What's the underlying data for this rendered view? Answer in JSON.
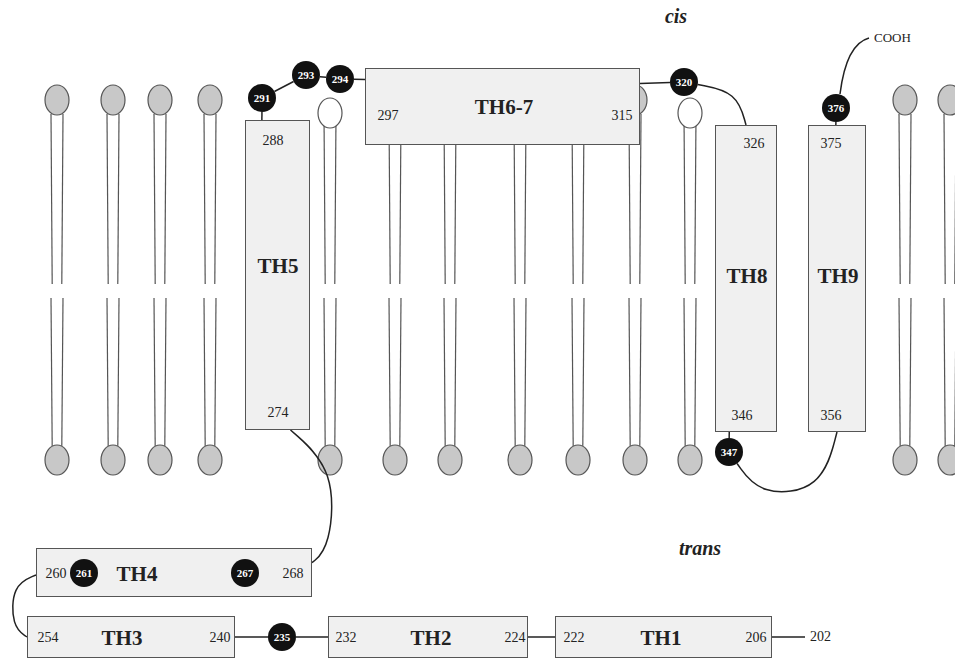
{
  "diagram": {
    "nodes": [
      {
        "text": [
          "291"
        ]
      },
      {
        "text": [
          "293"
        ]
      },
      {
        "text": [
          "294"
        ]
      },
      {
        "text": [
          "297",
          "TH6-7",
          "315"
        ]
      },
      {
        "text": [
          "320"
        ]
      },
      {
        "text": [
          "376"
        ]
      },
      {
        "text": [
          "288",
          "TH5",
          "274"
        ]
      },
      {
        "text": [
          "326",
          "TH8",
          "346"
        ]
      },
      {
        "text": [
          "375",
          "TH9",
          "356"
        ]
      },
      {
        "text": [
          "347"
        ]
      },
      {
        "text": [
          "260",
          "TH4",
          "268"
        ]
      },
      {
        "text": [
          "261"
        ],
        "in": 10
      },
      {
        "text": [
          "267"
        ],
        "in": 10
      },
      {
        "text": [
          "254",
          "TH3",
          "240"
        ]
      },
      {
        "text": [
          "235"
        ]
      },
      {
        "text": [
          "232",
          "TH2",
          "224"
        ]
      },
      {
        "text": [
          "222",
          "TH1",
          "206"
        ]
      }
    ],
    "edges": [
      {
        "from": 6,
        "to": 0,
        "arrow": "none"
      },
      {
        "from": 0,
        "to": 1,
        "arrow": "none"
      },
      {
        "from": 1,
        "to": 2,
        "arrow": "none"
      },
      {
        "from": 2,
        "to": 3,
        "arrow": "none"
      },
      {
        "from": 3,
        "to": 4,
        "arrow": "none"
      },
      {
        "from": 4,
        "to": 7,
        "arrow": "none"
      },
      {
        "from": 7,
        "to": 9,
        "arrow": "none"
      },
      {
        "from": 9,
        "to": 8,
        "arrow": "none"
      },
      {
        "from": 8,
        "to": 5,
        "arrow": "none"
      },
      {
        "from": 6,
        "to": 10,
        "arrow": "none"
      },
      {
        "from": 10,
        "to": 13,
        "arrow": "none"
      },
      {
        "from": 13,
        "to": 14,
        "arrow": "none"
      },
      {
        "from": 14,
        "to": 15,
        "arrow": "none"
      },
      {
        "from": 15,
        "to": 16,
        "arrow": "none"
      }
    ],
    "labels": [
      "cis",
      "COOH",
      "trans",
      "202"
    ]
  }
}
